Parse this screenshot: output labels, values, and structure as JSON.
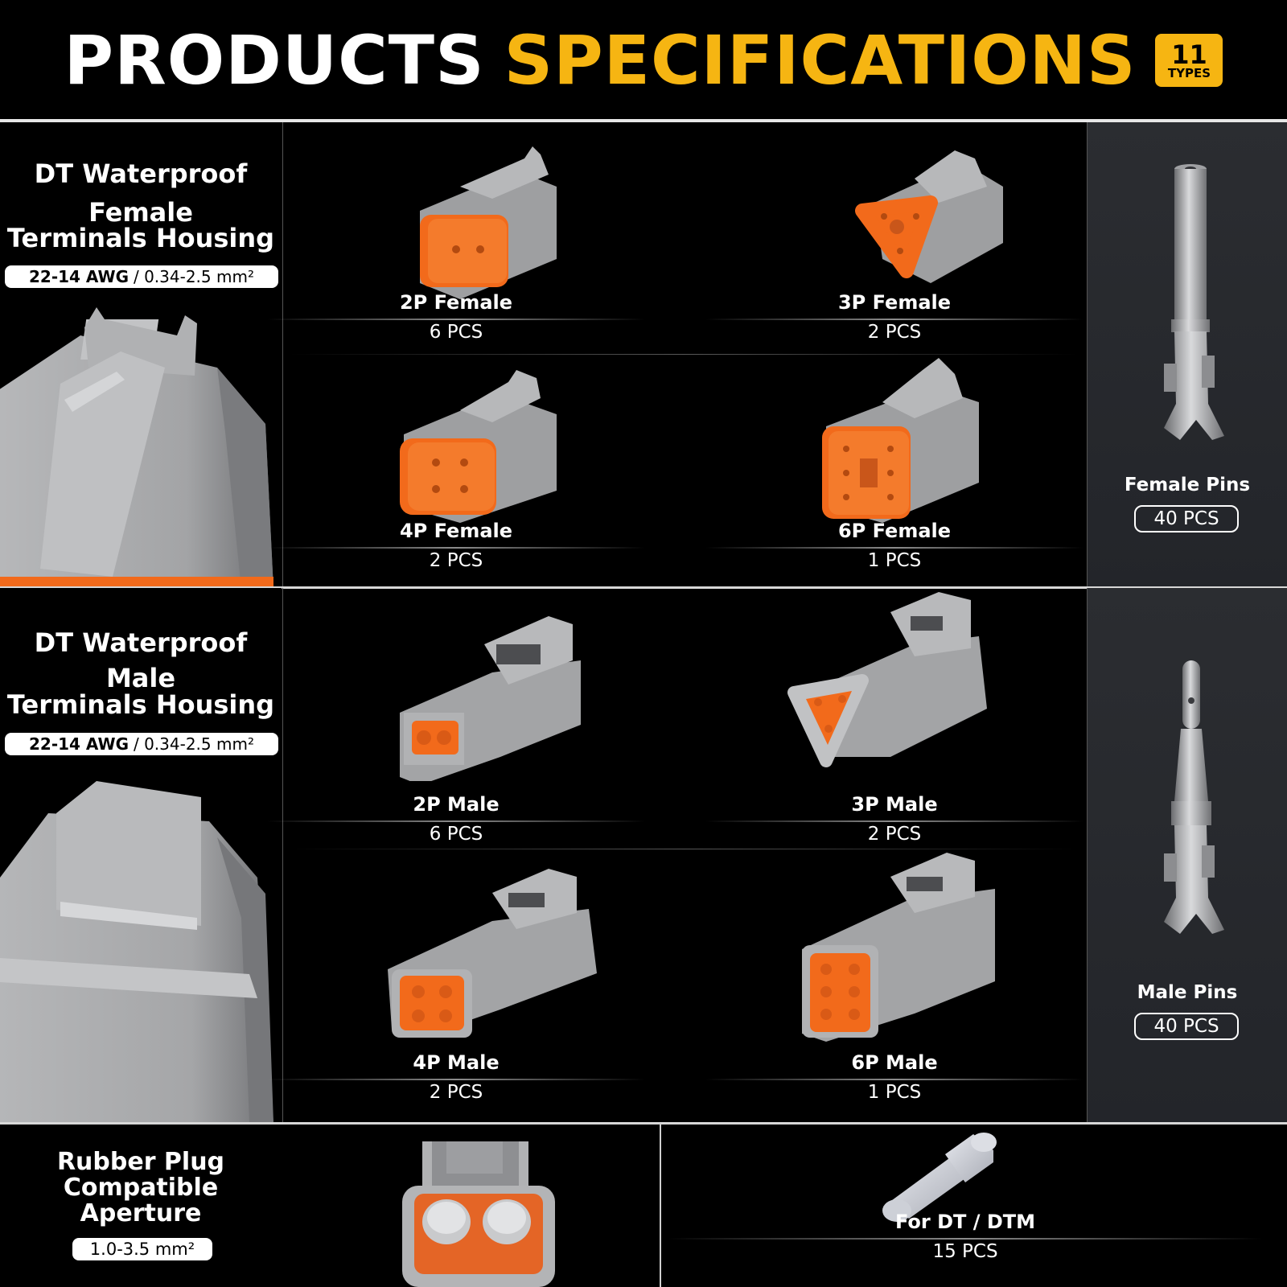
{
  "header": {
    "title_white": "PRODUCTS",
    "title_yellow": "SPECIFICATIONS",
    "badge_number": "11",
    "badge_label": "TYPES"
  },
  "colors": {
    "accent_yellow": "#f6b512",
    "connector_orange": "#f26a1b",
    "housing_gray": "#a4a5a7",
    "background": "#000000",
    "pin_panel": "#2b2d31"
  },
  "female_section": {
    "title_line1": "DT Waterproof",
    "title_line2": "Female",
    "title_line3": "Terminals Housing",
    "awg_bold": "22-14 AWG",
    "awg_rest": "/ 0.34-2.5 mm²",
    "items": [
      {
        "name": "2P Female",
        "qty": "6 PCS"
      },
      {
        "name": "3P Female",
        "qty": "2 PCS"
      },
      {
        "name": "4P Female",
        "qty": "2 PCS"
      },
      {
        "name": "6P Female",
        "qty": "1 PCS"
      }
    ],
    "pins": {
      "name": "Female Pins",
      "qty": "40 PCS"
    }
  },
  "male_section": {
    "title_line1": "DT Waterproof",
    "title_line2": "Male",
    "title_line3": "Terminals Housing",
    "awg_bold": "22-14 AWG",
    "awg_rest": "/ 0.34-2.5 mm²",
    "items": [
      {
        "name": "2P Male",
        "qty": "6 PCS"
      },
      {
        "name": "3P Male",
        "qty": "2 PCS"
      },
      {
        "name": "4P Male",
        "qty": "2 PCS"
      },
      {
        "name": "6P Male",
        "qty": "1 PCS"
      }
    ],
    "pins": {
      "name": "Male Pins",
      "qty": "40 PCS"
    }
  },
  "plug_section": {
    "title_line1": "Rubber Plug",
    "title_line2": "Compatible",
    "title_line3": "Aperture",
    "range": "1.0-3.5 mm²",
    "plug_name": "For DT / DTM",
    "plug_qty": "15 PCS"
  }
}
